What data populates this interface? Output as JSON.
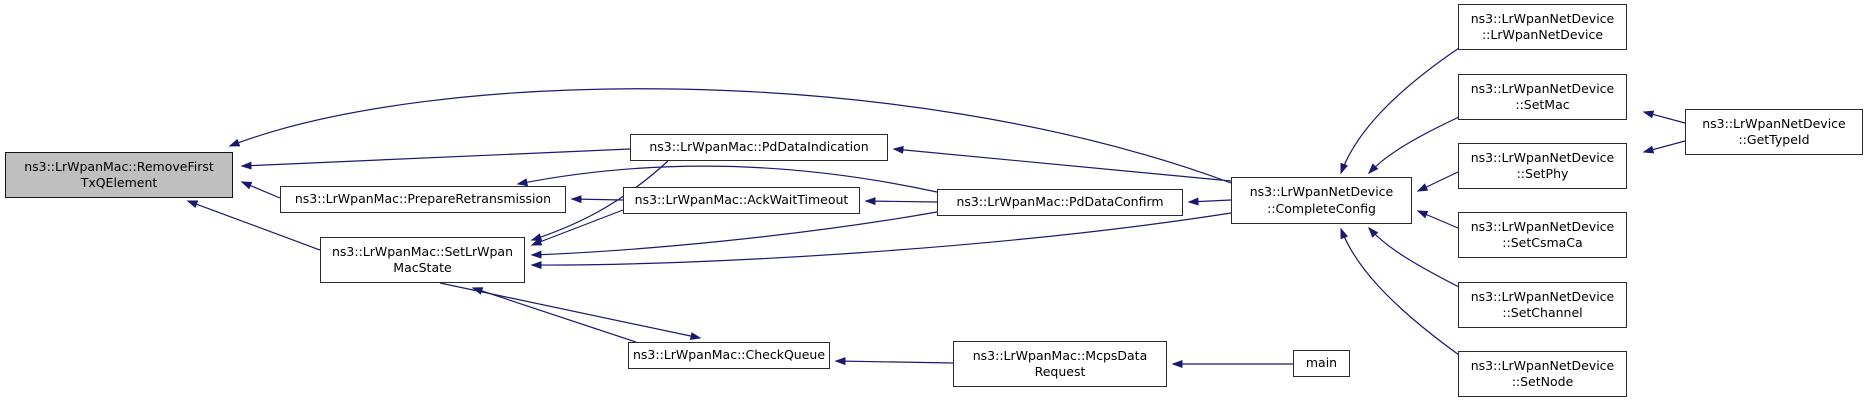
{
  "diagram": {
    "title": "Caller graph for ns3::LrWpanMac::RemoveFirstTxQElement",
    "colors": {
      "edge": "#191970",
      "node_fill": "#ffffff",
      "node_border": "#2a2a2a",
      "highlight_fill": "#bfbfbf",
      "text": "#000000"
    },
    "nodes": [
      {
        "id": "remove-first-txq-element",
        "label_lines": [
          "ns3::LrWpanMac::RemoveFirst",
          "TxQElement"
        ],
        "highlighted": true
      },
      {
        "id": "prepare-retransmission",
        "label_lines": [
          "ns3::LrWpanMac::PrepareRetransmission"
        ],
        "highlighted": false
      },
      {
        "id": "set-lrwpan-mac-state",
        "label_lines": [
          "ns3::LrWpanMac::SetLrWpan",
          "MacState"
        ],
        "highlighted": false
      },
      {
        "id": "pd-data-indication",
        "label_lines": [
          "ns3::LrWpanMac::PdDataIndication"
        ],
        "highlighted": false
      },
      {
        "id": "ack-wait-timeout",
        "label_lines": [
          "ns3::LrWpanMac::AckWaitTimeout"
        ],
        "highlighted": false
      },
      {
        "id": "pd-data-confirm",
        "label_lines": [
          "ns3::LrWpanMac::PdDataConfirm"
        ],
        "highlighted": false
      },
      {
        "id": "check-queue",
        "label_lines": [
          "ns3::LrWpanMac::CheckQueue"
        ],
        "highlighted": false
      },
      {
        "id": "mcps-data-request",
        "label_lines": [
          "ns3::LrWpanMac::McpsData",
          "Request"
        ],
        "highlighted": false
      },
      {
        "id": "main",
        "label_lines": [
          "main"
        ],
        "highlighted": false
      },
      {
        "id": "complete-config",
        "label_lines": [
          "ns3::LrWpanNetDevice",
          "::CompleteConfig"
        ],
        "highlighted": false
      },
      {
        "id": "lrwpan-net-device-ctor",
        "label_lines": [
          "ns3::LrWpanNetDevice",
          "::LrWpanNetDevice"
        ],
        "highlighted": false
      },
      {
        "id": "set-mac",
        "label_lines": [
          "ns3::LrWpanNetDevice",
          "::SetMac"
        ],
        "highlighted": false
      },
      {
        "id": "set-phy",
        "label_lines": [
          "ns3::LrWpanNetDevice",
          "::SetPhy"
        ],
        "highlighted": false
      },
      {
        "id": "set-csma-ca",
        "label_lines": [
          "ns3::LrWpanNetDevice",
          "::SetCsmaCa"
        ],
        "highlighted": false
      },
      {
        "id": "set-channel",
        "label_lines": [
          "ns3::LrWpanNetDevice",
          "::SetChannel"
        ],
        "highlighted": false
      },
      {
        "id": "set-node",
        "label_lines": [
          "ns3::LrWpanNetDevice",
          "::SetNode"
        ],
        "highlighted": false
      },
      {
        "id": "get-type-id",
        "label_lines": [
          "ns3::LrWpanNetDevice",
          "::GetTypeId"
        ],
        "highlighted": false
      }
    ],
    "edges": [
      {
        "from": "complete-config",
        "to": "remove-first-txq-element"
      },
      {
        "from": "pd-data-indication",
        "to": "remove-first-txq-element"
      },
      {
        "from": "prepare-retransmission",
        "to": "remove-first-txq-element"
      },
      {
        "from": "set-lrwpan-mac-state",
        "to": "remove-first-txq-element"
      },
      {
        "from": "ack-wait-timeout",
        "to": "prepare-retransmission"
      },
      {
        "from": "pd-data-confirm",
        "to": "prepare-retransmission"
      },
      {
        "from": "pd-data-indication",
        "to": "set-lrwpan-mac-state"
      },
      {
        "from": "ack-wait-timeout",
        "to": "set-lrwpan-mac-state"
      },
      {
        "from": "pd-data-confirm",
        "to": "set-lrwpan-mac-state"
      },
      {
        "from": "complete-config",
        "to": "set-lrwpan-mac-state"
      },
      {
        "from": "check-queue",
        "to": "set-lrwpan-mac-state"
      },
      {
        "from": "set-lrwpan-mac-state",
        "to": "check-queue"
      },
      {
        "from": "pd-data-confirm",
        "to": "ack-wait-timeout"
      },
      {
        "from": "complete-config",
        "to": "pd-data-indication"
      },
      {
        "from": "complete-config",
        "to": "pd-data-confirm"
      },
      {
        "from": "mcps-data-request",
        "to": "check-queue"
      },
      {
        "from": "main",
        "to": "mcps-data-request"
      },
      {
        "from": "lrwpan-net-device-ctor",
        "to": "complete-config"
      },
      {
        "from": "set-mac",
        "to": "complete-config"
      },
      {
        "from": "set-phy",
        "to": "complete-config"
      },
      {
        "from": "set-csma-ca",
        "to": "complete-config"
      },
      {
        "from": "set-channel",
        "to": "complete-config"
      },
      {
        "from": "set-node",
        "to": "complete-config"
      },
      {
        "from": "get-type-id",
        "to": "set-mac"
      },
      {
        "from": "get-type-id",
        "to": "set-phy"
      }
    ]
  }
}
